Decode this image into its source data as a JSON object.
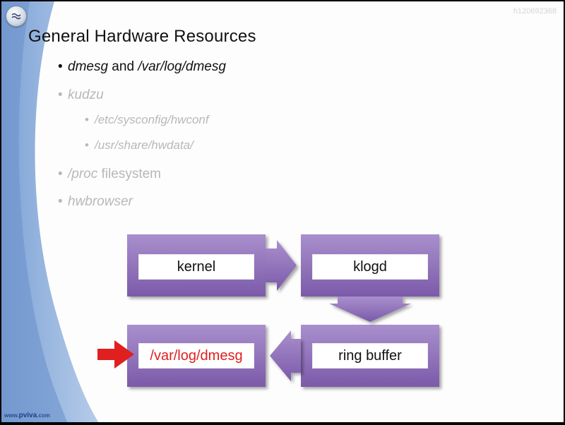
{
  "watermark": "h120692368",
  "title": "General Hardware Resources",
  "bullets": [
    {
      "pre_italic": "dmesg",
      "mid": " and ",
      "post_italic": "/var/log/dmesg"
    },
    {
      "text": "kudzu"
    },
    {
      "text": "/etc/sysconfig/hwconf"
    },
    {
      "text": "/usr/share/hwdata/"
    },
    {
      "italic": "/proc",
      "rest": " filesystem"
    },
    {
      "text": "hwbrowser"
    }
  ],
  "diagram": {
    "boxes": [
      "kernel",
      "klogd",
      "/var/log/dmesg",
      "ring buffer"
    ],
    "highlight_color": "#e01f1f",
    "box_color": "#8a6ab5"
  },
  "footer": {
    "prefix": "www.",
    "brand": "pviva",
    "suffix": ".com"
  },
  "logo_icon": "wave-logo-icon"
}
